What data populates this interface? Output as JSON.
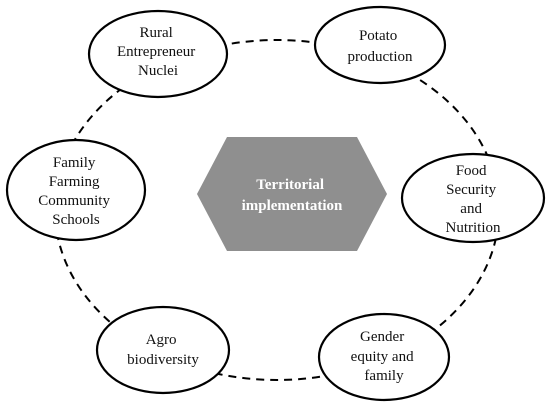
{
  "center": {
    "lines": [
      "Territorial",
      "implementation"
    ],
    "color": "#8f8f8f"
  },
  "nodes": [
    {
      "id": "rural-entrepreneur-nuclei",
      "lines": [
        "Rural",
        "Entrepreneur",
        "Nuclei"
      ]
    },
    {
      "id": "potato-production",
      "lines": [
        "Potato",
        "production"
      ]
    },
    {
      "id": "food-security-nutrition",
      "lines": [
        "Food",
        "Security",
        "and",
        "Nutrition"
      ]
    },
    {
      "id": "gender-equity-family",
      "lines": [
        "Gender",
        "equity and",
        "family"
      ]
    },
    {
      "id": "agro-biodiversity",
      "lines": [
        "Agro",
        "biodiversity"
      ]
    },
    {
      "id": "family-farming-community-schools",
      "lines": [
        "Family",
        "Farming",
        "Community",
        "Schools"
      ]
    }
  ]
}
